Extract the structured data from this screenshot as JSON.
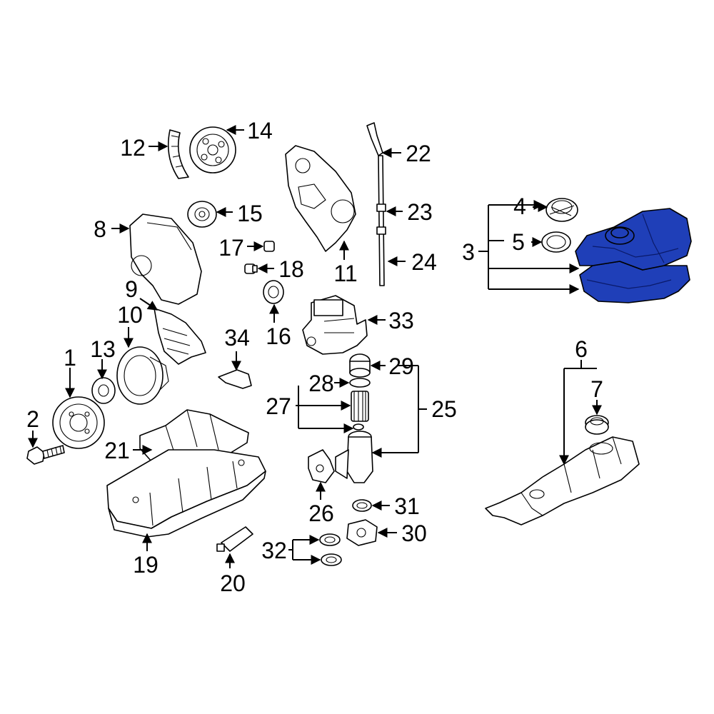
{
  "diagram": {
    "highlight_color": "#1f3fb8",
    "highlighted_part": "3",
    "callouts": [
      "1",
      "2",
      "3",
      "4",
      "5",
      "6",
      "7",
      "8",
      "9",
      "10",
      "11",
      "12",
      "13",
      "14",
      "15",
      "16",
      "17",
      "18",
      "19",
      "20",
      "21",
      "22",
      "23",
      "24",
      "25",
      "26",
      "27",
      "28",
      "29",
      "30",
      "31",
      "32",
      "33",
      "34"
    ]
  }
}
